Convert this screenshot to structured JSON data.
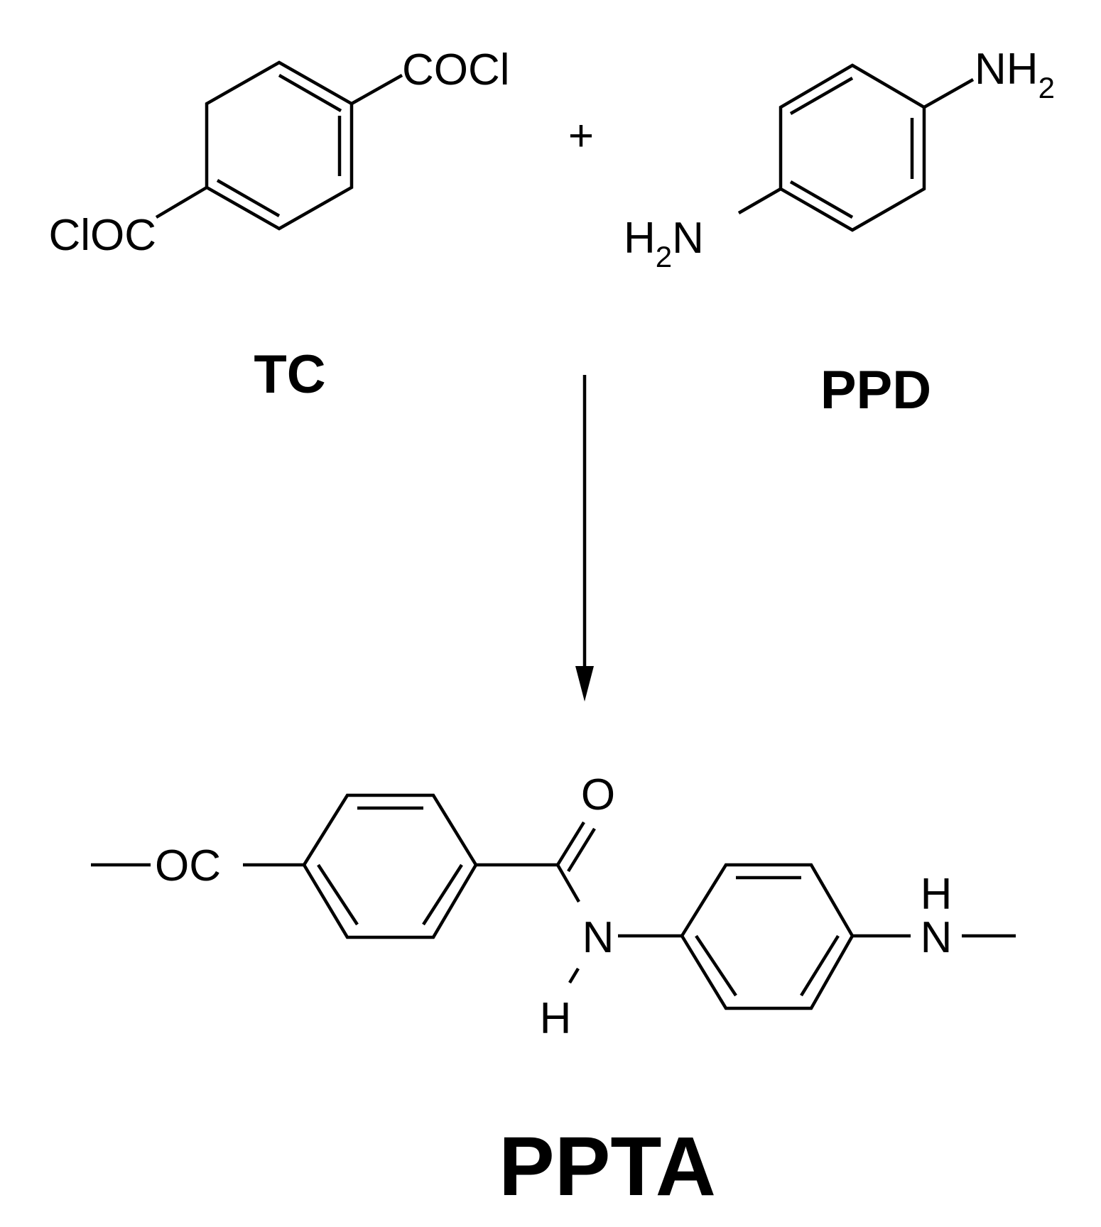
{
  "reactants": {
    "tc": {
      "name": "TC",
      "group_top": "COCl",
      "group_left": "ClOC"
    },
    "plus": "+",
    "ppd": {
      "name": "PPD",
      "amine_top_atom": "NH",
      "amine_top_subscript": "2",
      "amine_left_atom": "H",
      "amine_left_subscript": "2",
      "amine_left_tail": "N"
    }
  },
  "product": {
    "name": "PPTA",
    "end_group_left": "OC",
    "carbonyl_oxygen": "O",
    "amide_n": "N",
    "amide_h": "H",
    "amine_n": "N",
    "amine_h": "H"
  },
  "colors": {
    "ink": "#000000",
    "background": "#ffffff"
  }
}
